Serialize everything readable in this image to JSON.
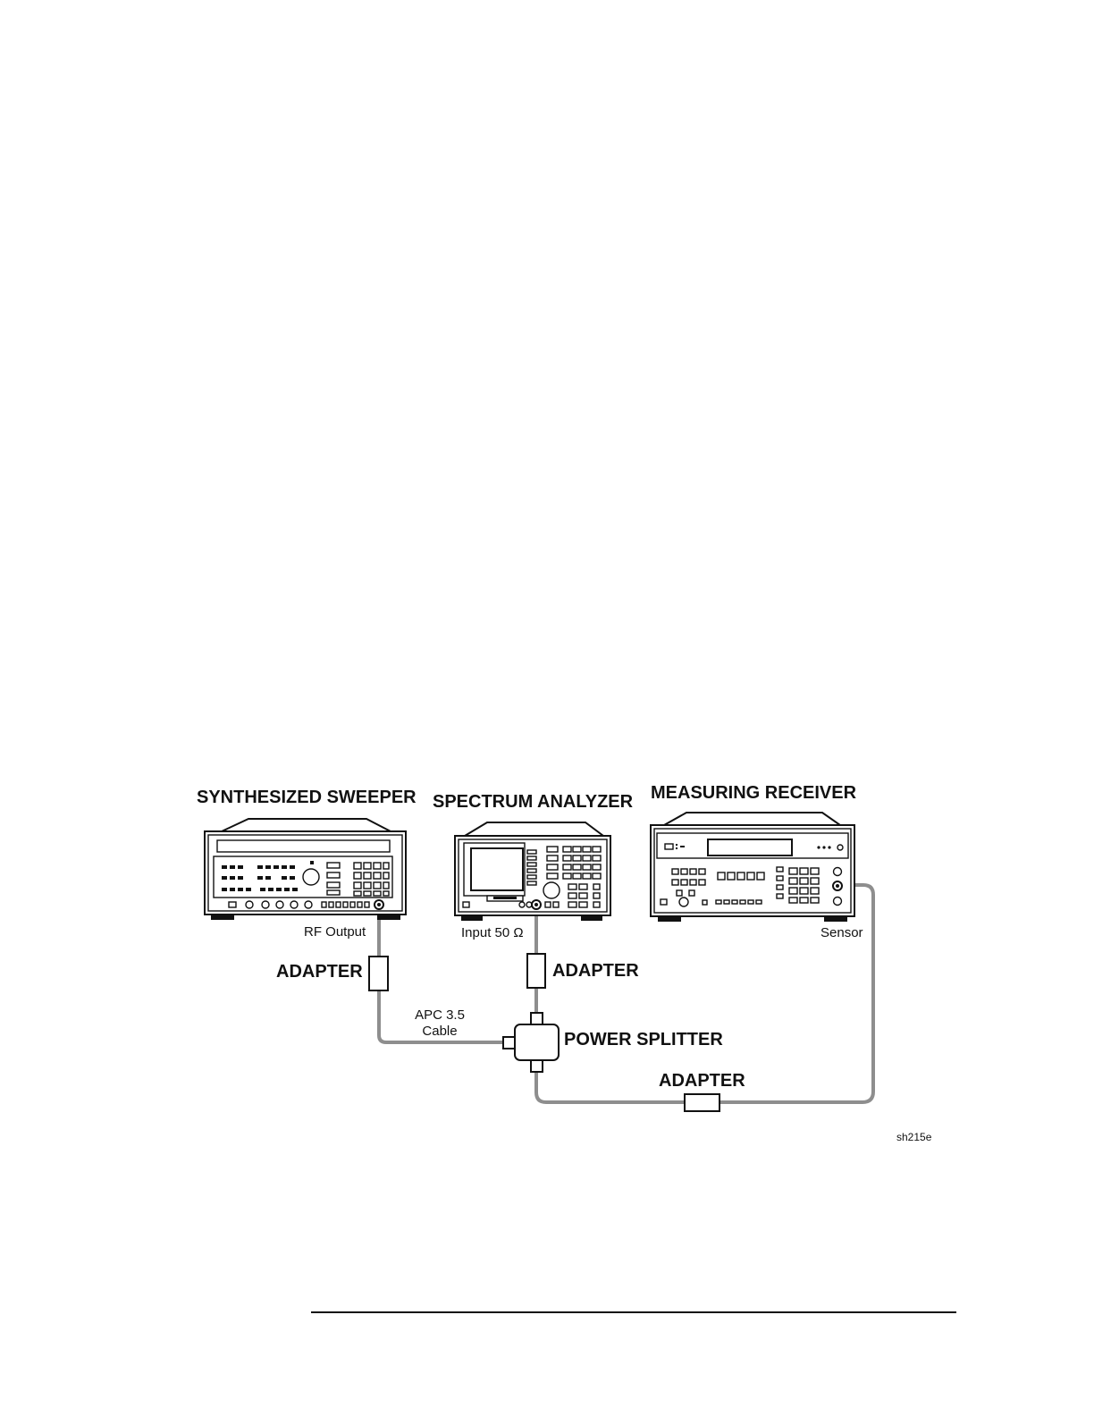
{
  "devices": {
    "sweeper": {
      "title": "SYNTHESIZED SWEEPER",
      "port_label": "RF Output"
    },
    "analyzer": {
      "title": "SPECTRUM ANALYZER",
      "port_label": "Input 50 Ω"
    },
    "receiver": {
      "title": "MEASURING RECEIVER",
      "port_label": "Sensor"
    }
  },
  "components": {
    "adapter_left": "ADAPTER",
    "adapter_right": "ADAPTER",
    "adapter_bottom": "ADAPTER",
    "splitter": "POWER SPLITTER",
    "cable_line1": "APC 3.5",
    "cable_line2": "Cable"
  },
  "figure_id": "sh215e",
  "colors": {
    "ink": "#111111",
    "cable": "#8e8e8e",
    "background": "#ffffff"
  }
}
